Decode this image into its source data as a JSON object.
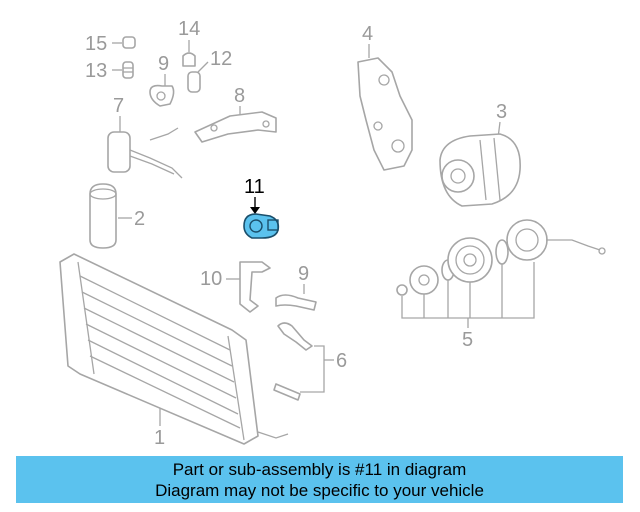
{
  "callouts": {
    "c1": "1",
    "c2": "2",
    "c3": "3",
    "c4": "4",
    "c5": "5",
    "c6": "6",
    "c7": "7",
    "c8": "8",
    "c9a": "9",
    "c9b": "9",
    "c10": "10",
    "c11": "11",
    "c12": "12",
    "c13": "13",
    "c14": "14",
    "c15": "15"
  },
  "highlight": {
    "part": "11",
    "color": "#5bc2ee"
  },
  "banner": {
    "line1": "Part or sub-assembly is #11 in diagram",
    "line2": "Diagram may not be specific to your vehicle",
    "background": "#5bc2ee"
  }
}
